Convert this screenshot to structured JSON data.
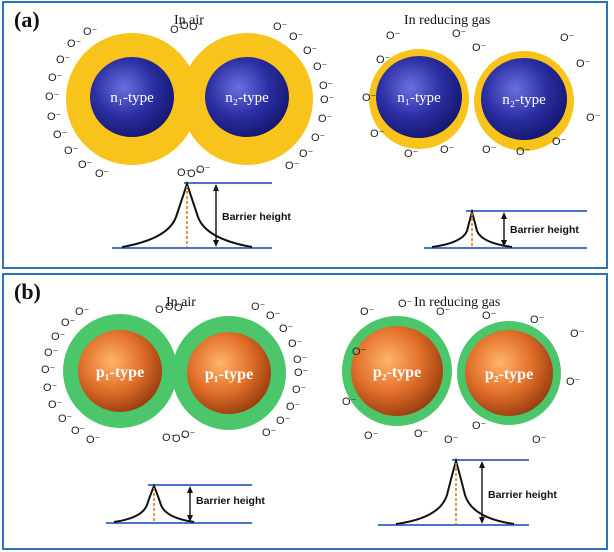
{
  "panel_a": {
    "label": "(a)",
    "left_condition": "In air",
    "right_condition": "In reducing gas",
    "left_particles": [
      "n₁-type",
      "n₂-type"
    ],
    "right_particles": [
      "n₁-type",
      "n₂-type"
    ],
    "barrier_label": "Barrier height",
    "ion_label": "O⁻",
    "shell_color": "#f8c31a",
    "core_color": "#2a2fa0"
  },
  "panel_b": {
    "label": "(b)",
    "left_condition": "In air",
    "right_condition": "In reducing gas",
    "left_particles": [
      "p₁-type",
      "p₁-type"
    ],
    "right_particles": [
      "p₂-type",
      "p₂-type"
    ],
    "barrier_label": "Barrier height",
    "ion_label": "O⁻",
    "shell_color": "#4cc66a",
    "core_color": "#e2702a"
  }
}
